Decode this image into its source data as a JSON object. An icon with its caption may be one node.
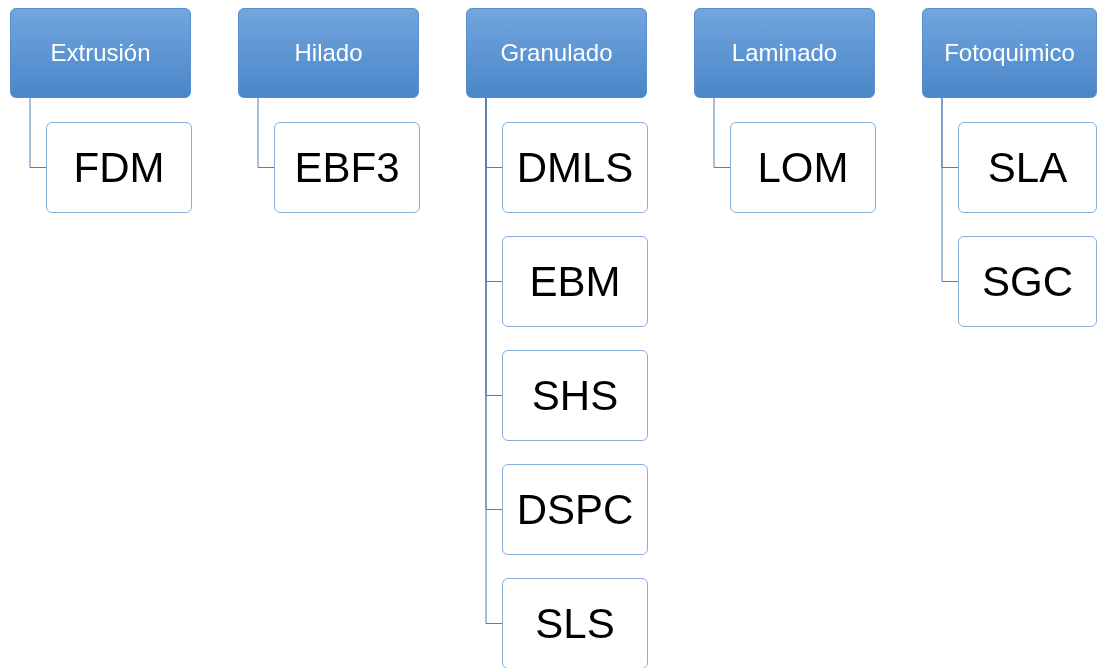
{
  "diagram": {
    "nodes": [
      {
        "text": [
          "Extrusión"
        ]
      },
      {
        "text": [
          "FDM"
        ]
      },
      {
        "text": [
          "Hilado"
        ]
      },
      {
        "text": [
          "EBF3"
        ]
      },
      {
        "text": [
          "Granulado"
        ]
      },
      {
        "text": [
          "DMLS"
        ]
      },
      {
        "text": [
          "EBM"
        ]
      },
      {
        "text": [
          "SHS"
        ]
      },
      {
        "text": [
          "DSPC"
        ]
      },
      {
        "text": [
          "SLS"
        ]
      },
      {
        "text": [
          "Laminado"
        ]
      },
      {
        "text": [
          "LOM"
        ]
      },
      {
        "text": [
          "Fotoquimico"
        ]
      },
      {
        "text": [
          "SLA"
        ]
      },
      {
        "text": [
          "SGC"
        ]
      }
    ],
    "edges": [
      {
        "from": 0,
        "to": 1,
        "arrow": "none"
      },
      {
        "from": 2,
        "to": 3,
        "arrow": "none"
      },
      {
        "from": 4,
        "to": 5,
        "arrow": "none"
      },
      {
        "from": 4,
        "to": 6,
        "arrow": "none"
      },
      {
        "from": 4,
        "to": 7,
        "arrow": "none"
      },
      {
        "from": 4,
        "to": 8,
        "arrow": "none"
      },
      {
        "from": 4,
        "to": 9,
        "arrow": "none"
      },
      {
        "from": 10,
        "to": 11,
        "arrow": "none"
      },
      {
        "from": 12,
        "to": 13,
        "arrow": "none"
      },
      {
        "from": 12,
        "to": 14,
        "arrow": "none"
      }
    ]
  }
}
